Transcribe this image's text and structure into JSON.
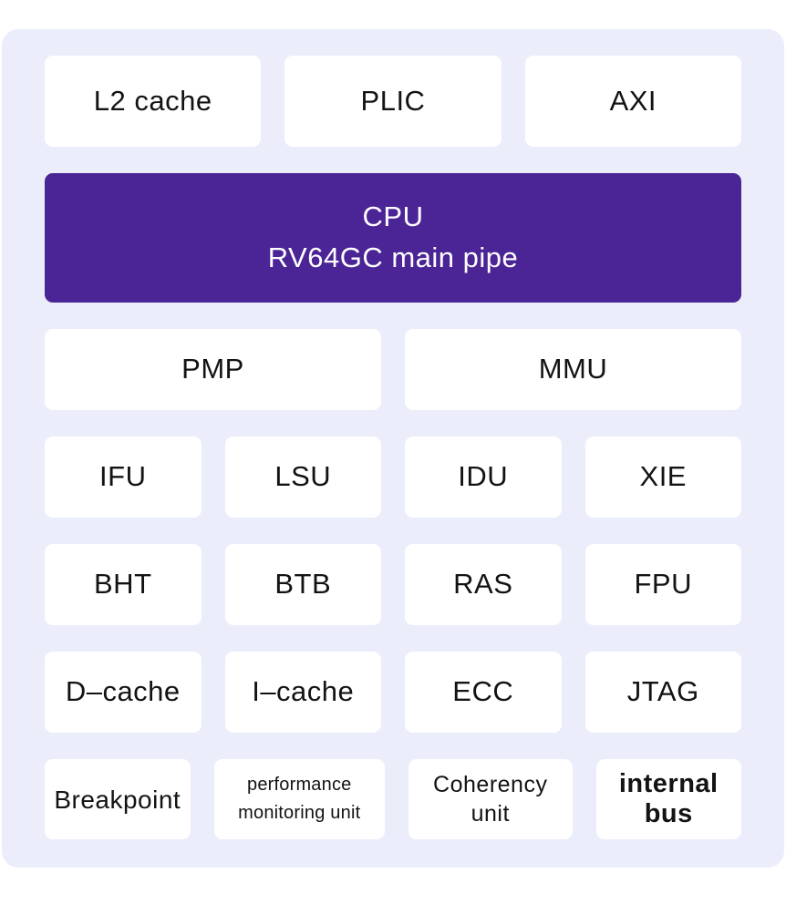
{
  "colors": {
    "page_bg": "#ffffff",
    "panel_bg": "#ebedfb",
    "box_bg": "#ffffff",
    "cpu_bg": "#4b2496",
    "cpu_text": "#ffffff",
    "label_text": "#131313"
  },
  "diagram": {
    "top_row": [
      "L2 cache",
      "PLIC",
      "AXI"
    ],
    "cpu": {
      "line1": "CPU",
      "line2": "RV64GC main pipe"
    },
    "mid_row": [
      "PMP",
      "MMU"
    ],
    "grid_rows": [
      [
        "IFU",
        "LSU",
        "IDU",
        "XIE"
      ],
      [
        "BHT",
        "BTB",
        "RAS",
        "FPU"
      ],
      [
        "D–cache",
        "I–cache",
        "ECC",
        "JTAG"
      ],
      [
        "Breakpoint",
        "performance monitoring unit",
        "Coherency unit",
        "internal bus"
      ]
    ]
  }
}
